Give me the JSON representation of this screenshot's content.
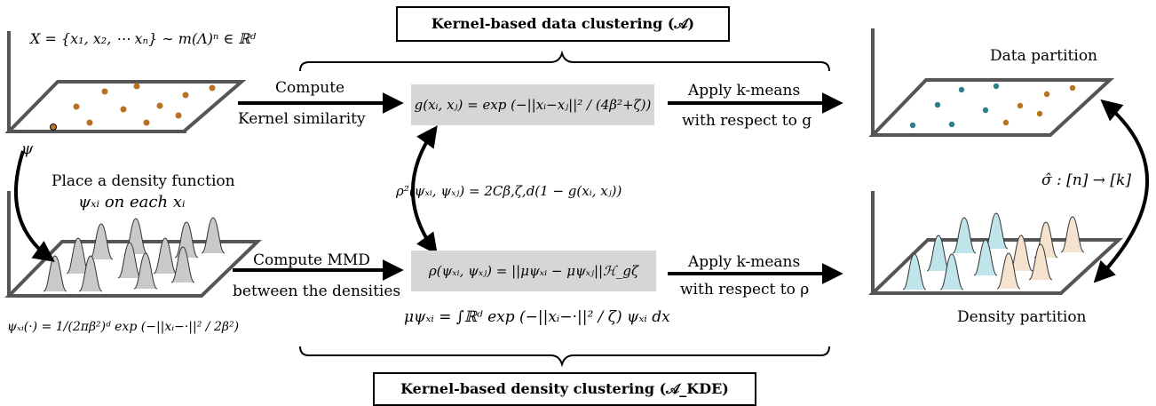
{
  "header": {
    "top_title": "Kernel-based data clustering (𝒜)",
    "bottom_title": "Kernel-based density clustering (𝒜_KDE)"
  },
  "left": {
    "dataset_formula": "X = {x₁, x₂, ⋯ xₙ} ∼ m(Λ)ⁿ ∈ ℝᵈ",
    "psi_symbol": "ψ",
    "place_line1": "Place a density function",
    "place_line2": "ψₓᵢ on each xᵢ",
    "psi_def": "ψₓᵢ(·) = 1/(2πβ²)ᵈ exp (−||xᵢ−·||² / 2β²)"
  },
  "middle": {
    "compute_top_1": "Compute",
    "compute_top_2": "Kernel similarity",
    "kernel_formula": "g(xᵢ, xⱼ) = exp (−||xᵢ−xⱼ||² / (4β²+ζ))",
    "rho_relation": "ρ²(ψₓᵢ, ψₓⱼ) = 2Cβ,ζ,d(1 − g(xᵢ, xⱼ))",
    "compute_bottom_1": "Compute MMD",
    "compute_bottom_2": "between the densities",
    "mmd_formula": "ρ(ψₓᵢ, ψₓⱼ) = ||μψₓᵢ − μψₓⱼ||ℋ_gζ",
    "mu_formula": "μψₓᵢ = ∫ℝᵈ exp (−||xᵢ−·||² / ζ) ψₓᵢ dx",
    "apply_top_1": "Apply k-means",
    "apply_top_2": "with respect to g",
    "apply_bottom_1": "Apply k-means",
    "apply_bottom_2": "with respect to ρ"
  },
  "right": {
    "data_partition": "Data partition",
    "sigma_map": "σ̂ : [n] → [k]",
    "density_partition": "Density partition"
  },
  "colors": {
    "orange_point": "#b77321",
    "teal_point": "#2f7f8a",
    "gray_box": "#d6d6d6",
    "plane": "#555555",
    "gray_gauss": "#c9c9c9",
    "cyan_gauss": "#bfe4ea",
    "peach_gauss": "#f6e3cf"
  }
}
